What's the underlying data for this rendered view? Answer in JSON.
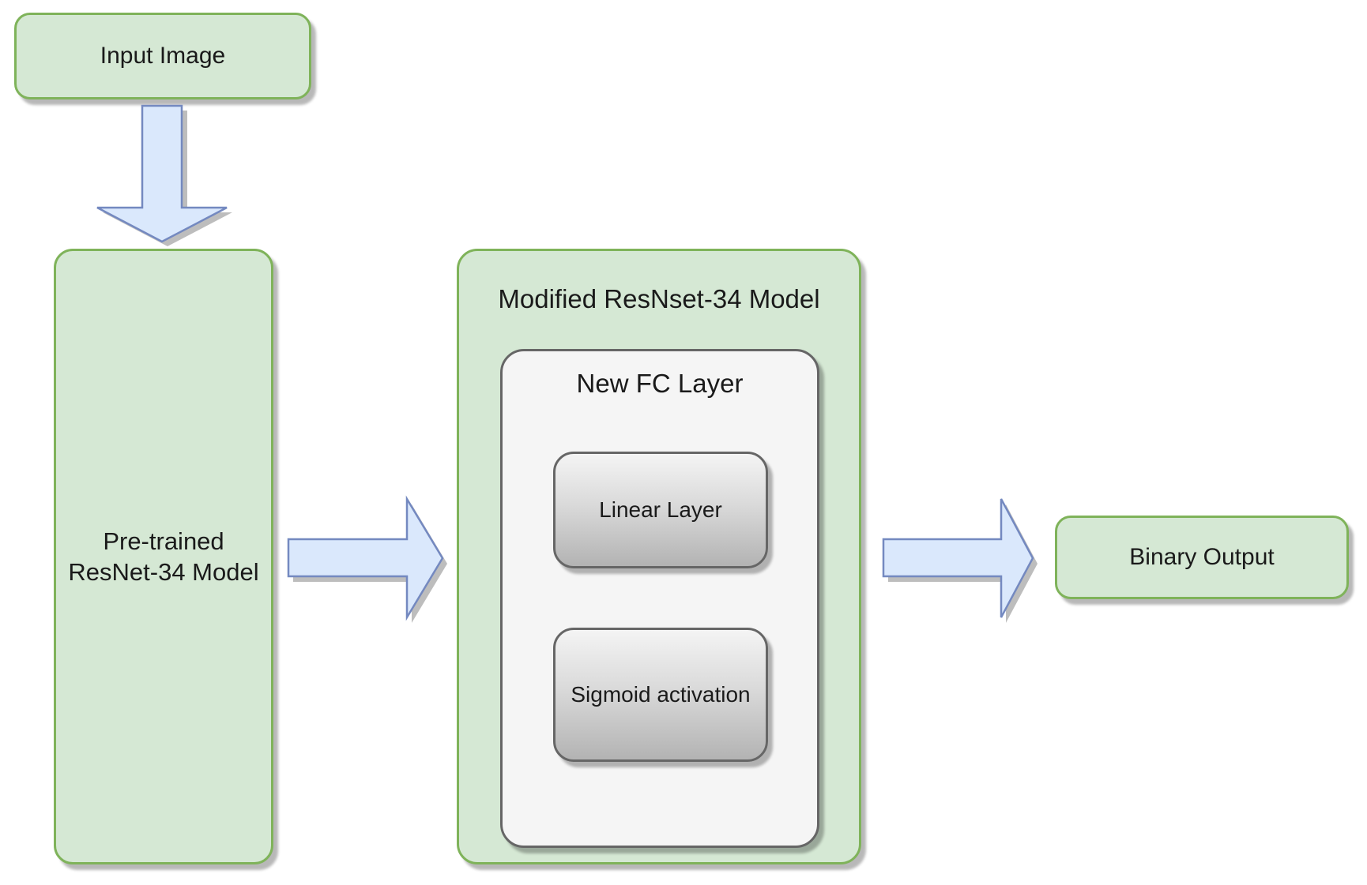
{
  "diagram": {
    "nodes": {
      "input_image": {
        "label": "Input Image"
      },
      "pretrained_model": {
        "line1": "Pre-trained",
        "line2": "ResNet-34 Model"
      },
      "modified_model": {
        "title": "Modified ResNset-34 Model"
      },
      "new_fc_layer": {
        "title": "New FC Layer"
      },
      "linear_layer": {
        "label": "Linear Layer"
      },
      "sigmoid_activation": {
        "label": "Sigmoid activation"
      },
      "binary_output": {
        "label": "Binary Output"
      }
    },
    "arrows": [
      {
        "name": "down-arrow",
        "from": "input_image",
        "to": "pretrained_model",
        "direction": "down"
      },
      {
        "name": "right-arrow-1",
        "from": "pretrained_model",
        "to": "modified_model",
        "direction": "right"
      },
      {
        "name": "right-arrow-2",
        "from": "modified_model",
        "to": "binary_output",
        "direction": "right"
      }
    ],
    "colors": {
      "node_fill": "#d5e8d4",
      "node_border": "#7fb35a",
      "arrow_fill": "#dae8fc",
      "arrow_border": "#7489c0",
      "panel_fill": "#f5f5f5",
      "panel_border": "#666666",
      "gradient_top": "#f4f4f4",
      "gradient_bottom": "#b3b3b3",
      "background": "#ffffff"
    }
  }
}
